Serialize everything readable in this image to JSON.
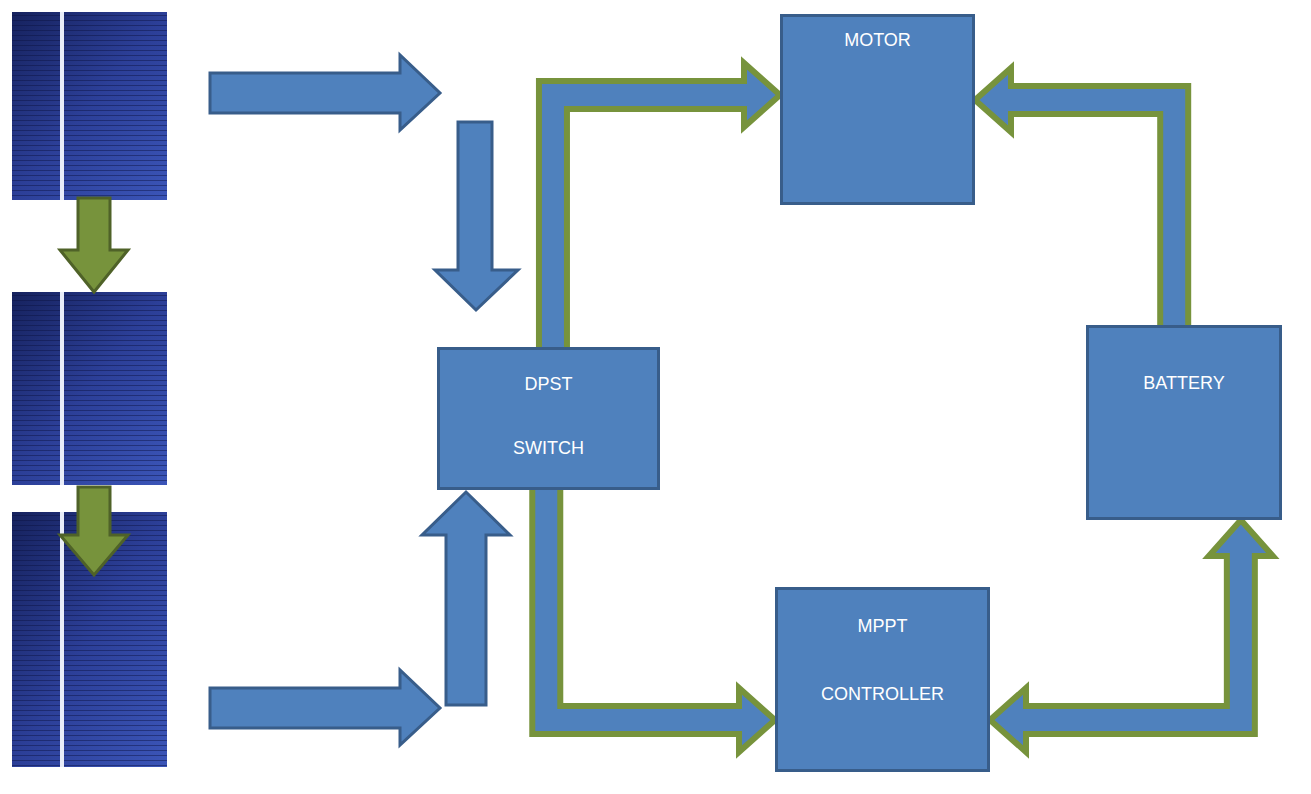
{
  "diagram": {
    "nodes": [
      {
        "text": [
          "MOTOR"
        ]
      },
      {
        "text": [
          "DPST SWITCH"
        ]
      },
      {
        "text": [
          "BATTERY"
        ]
      },
      {
        "text": [
          "MPPT CONTROLLER"
        ]
      }
    ],
    "edges": [
      {
        "from": 1,
        "to": 0,
        "arrow": "to"
      },
      {
        "from": 1,
        "to": 3,
        "arrow": "to"
      },
      {
        "from": 2,
        "to": 0,
        "arrow": "to"
      },
      {
        "from": 3,
        "to": 2,
        "arrow": "both"
      }
    ]
  }
}
